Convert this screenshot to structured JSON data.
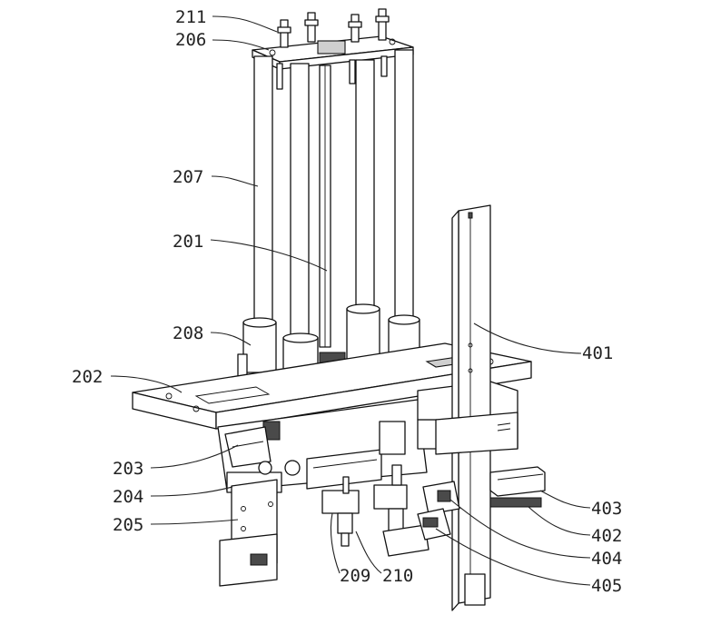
{
  "labels": {
    "l211": "211",
    "l206": "206",
    "l207": "207",
    "l201": "201",
    "l208": "208",
    "l202": "202",
    "l203": "203",
    "l204": "204",
    "l205": "205",
    "l209": "209",
    "l210": "210",
    "l401": "401",
    "l403": "403",
    "l402": "402",
    "l404": "404",
    "l405": "405"
  },
  "colors": {
    "line": "#111111",
    "background": "#ffffff",
    "shade": "#cfcfcf"
  }
}
